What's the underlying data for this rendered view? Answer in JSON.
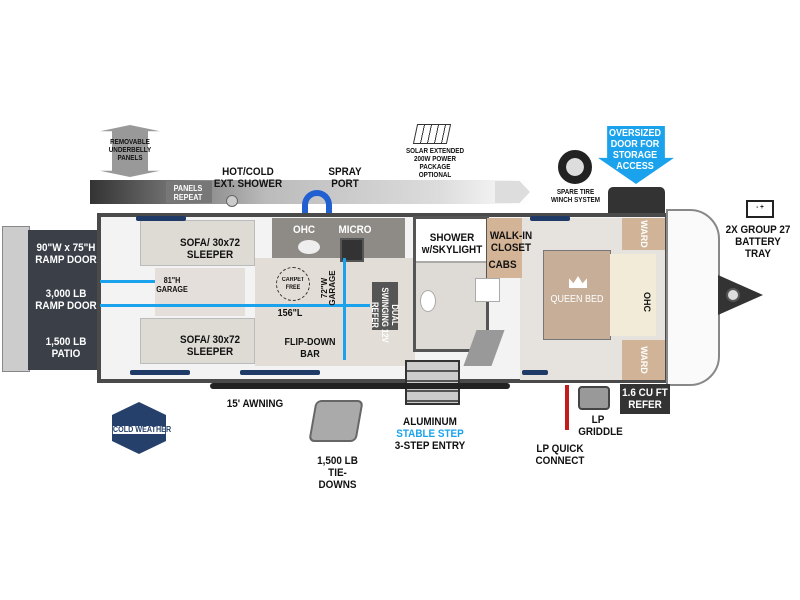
{
  "features": {
    "underbelly": "REMOVABLE UNDERBELLY PANELS",
    "panels_repeat": "PANELS REPEAT",
    "ext_shower": "HOT/COLD EXT. SHOWER",
    "spray_port": "SPRAY PORT",
    "solar": "SOLAR EXTENDED 200W POWER PACKAGE OPTIONAL",
    "spare_tire": "SPARE TIRE WINCH SYSTEM",
    "storage_door": "OVERSIZED DOOR FOR STORAGE ACCESS",
    "battery": "2X GROUP 27 BATTERY TRAY",
    "battery_symbol": "- +",
    "awning": "15' AWNING",
    "tie_downs": "1,500 LB TIE-DOWNS",
    "step_1": "ALUMINUM",
    "step_2": "STABLE STEP",
    "step_3": "3-STEP ENTRY",
    "lp_quick": "LP QUICK CONNECT",
    "lp_griddle": "LP GRIDDLE",
    "refer_ext": "1.6 CU FT REFER",
    "cold_weather": "COLD WEATHER"
  },
  "rooms": {
    "ramp_size": "90\"W x 75\"H RAMP DOOR",
    "ramp_weight": "3,000 LB RAMP DOOR",
    "patio": "1,500 LB PATIO",
    "sofa_top": "SOFA/ 30x72 SLEEPER",
    "sofa_bottom": "SOFA/ 30x72 SLEEPER",
    "garage_h": "81\"H GARAGE",
    "garage_l": "156\"L",
    "garage_w": "72\"W GARAGE",
    "carpet_free": "CARPET FREE",
    "ohc": "OHC",
    "micro": "MICRO",
    "refer": "DUAL SWINGING 12V REFER",
    "flip_bar": "FLIP-DOWN BAR",
    "shower": "SHOWER w/SKYLIGHT",
    "closet": "WALK-IN CLOSET",
    "cabs": "CABS",
    "queen_bed": "QUEEN BED",
    "ward_top": "WARD",
    "ward_bottom": "WARD",
    "ohc_bed": "OHC"
  },
  "colors": {
    "accent": "#1aa3ec",
    "wall": "#4a4a4a",
    "wood": "#d9cdbd"
  }
}
